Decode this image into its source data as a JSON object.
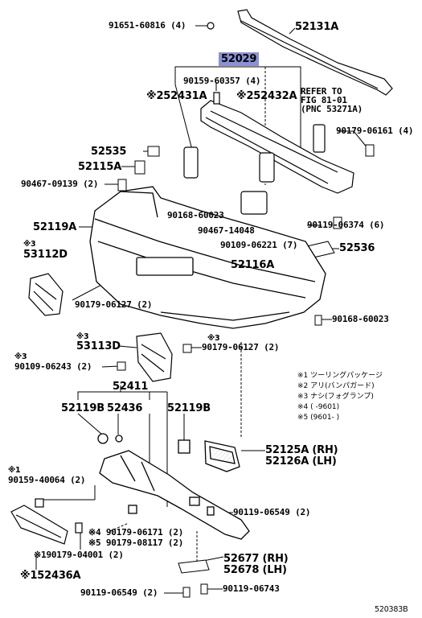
{
  "diagram_id": "520383B",
  "callouts": [
    {
      "id": "c1",
      "text": "91651-60816 (4)"
    },
    {
      "id": "c2",
      "text": "52131A"
    },
    {
      "id": "c3",
      "text": "52029"
    },
    {
      "id": "c4",
      "text": "90159-60357 (4)"
    },
    {
      "id": "c5",
      "text": "REFER TO"
    },
    {
      "id": "c6",
      "text": "FIG 81-01"
    },
    {
      "id": "c7",
      "text": "(PNC 53271A)"
    },
    {
      "id": "c8",
      "text": "※252431A"
    },
    {
      "id": "c9",
      "text": "※252432A"
    },
    {
      "id": "c10",
      "text": "90179-06161 (4)"
    },
    {
      "id": "c11",
      "text": "52535"
    },
    {
      "id": "c12",
      "text": "52115A"
    },
    {
      "id": "c13",
      "text": "90467-09139 (2)"
    },
    {
      "id": "c14",
      "text": "90168-60023"
    },
    {
      "id": "c15",
      "text": "90119-06374 (6)"
    },
    {
      "id": "c16",
      "text": "52119A"
    },
    {
      "id": "c17",
      "text": "90467-14048"
    },
    {
      "id": "c18",
      "text": "90109-06221 (7)"
    },
    {
      "id": "c19",
      "text": "52536"
    },
    {
      "id": "c20",
      "text": "※3"
    },
    {
      "id": "c21",
      "text": "53112D"
    },
    {
      "id": "c22",
      "text": "52116A"
    },
    {
      "id": "c23",
      "text": "90179-06127 (2)"
    },
    {
      "id": "c24",
      "text": "90168-60023"
    },
    {
      "id": "c25",
      "text": "※3"
    },
    {
      "id": "c26",
      "text": "53113D"
    },
    {
      "id": "c27",
      "text": "※3"
    },
    {
      "id": "c28",
      "text": "90179-06127 (2)"
    },
    {
      "id": "c29",
      "text": "※3"
    },
    {
      "id": "c30",
      "text": "90109-06243 (2)"
    },
    {
      "id": "c31",
      "text": "52411"
    },
    {
      "id": "c32",
      "text": "52119B"
    },
    {
      "id": "c33",
      "text": "52436"
    },
    {
      "id": "c34",
      "text": "52119B"
    },
    {
      "id": "c35",
      "text": "52125A (RH)"
    },
    {
      "id": "c36",
      "text": "52126A (LH)"
    },
    {
      "id": "c37",
      "text": "※1"
    },
    {
      "id": "c38",
      "text": "90159-40064 (2)"
    },
    {
      "id": "c39",
      "text": "90119-06549 (2)"
    },
    {
      "id": "c40",
      "text": "※4 90179-06171 (2)"
    },
    {
      "id": "c41",
      "text": "※5 90179-08117 (2)"
    },
    {
      "id": "c42",
      "text": "※190179-04001 (2)"
    },
    {
      "id": "c43",
      "text": "52677 (RH)"
    },
    {
      "id": "c44",
      "text": "52678 (LH)"
    },
    {
      "id": "c45",
      "text": "※152436A"
    },
    {
      "id": "c46",
      "text": "90119-06549 (2)"
    },
    {
      "id": "c47",
      "text": "90119-06743"
    }
  ],
  "notes": [
    "※1 ツーリングパッケージ",
    "※2 アリ(バンパガード)",
    "※3 ナシ(フォグランプ)",
    "※4 (      -9601)",
    "※5 (9601-      )"
  ],
  "colors": {
    "highlight": "#8b92d4",
    "ink": "#000000"
  }
}
